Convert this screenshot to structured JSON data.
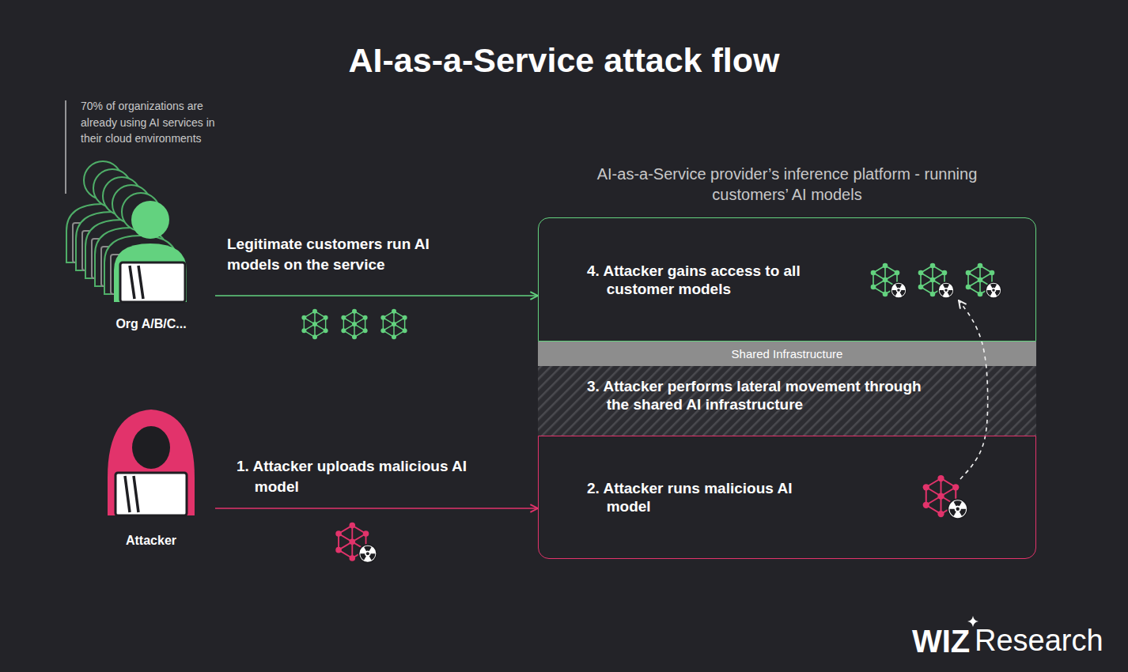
{
  "diagram": {
    "title": "AI-as-a-Service attack flow",
    "nodes": [
      {
        "text": [
          "Org A/B/C..."
        ]
      },
      {
        "text": [
          "Attacker"
        ]
      },
      {
        "text": [
          "AI-as-a-Service provider’s inference platform - running customers’ AI models"
        ]
      },
      {
        "text": [
          "4. Attacker gains access to all customer models"
        ],
        "in": 2
      },
      {
        "text": [
          "Shared Infrastructure",
          "3. Attacker performs lateral movement through the shared AI infrastructure"
        ],
        "in": 2
      },
      {
        "text": [
          "2. Attacker runs malicious AI model"
        ],
        "in": 2
      }
    ],
    "edges": [
      {
        "from": 0,
        "to": 3,
        "arrow": "to",
        "label": "Legitimate customers run AI models on the service"
      },
      {
        "from": 1,
        "to": 5,
        "arrow": "to",
        "label": "1. Attacker uploads malicious AI model"
      },
      {
        "from": 5,
        "to": 3,
        "arrow": "to"
      }
    ],
    "labels": [
      "70% of organizations are already using AI services in their cloud environments",
      "WIZ",
      "Research"
    ]
  }
}
